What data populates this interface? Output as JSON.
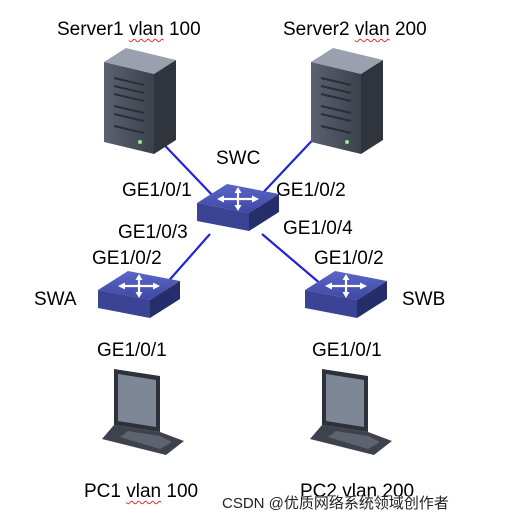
{
  "devices": {
    "server1": {
      "name": "Server1",
      "vlan_word": "vlan",
      "vlan_id": "100"
    },
    "server2": {
      "name": "Server2",
      "vlan_word": "vlan",
      "vlan_id": "200"
    },
    "swc": {
      "name": "SWC"
    },
    "swa": {
      "name": "SWA"
    },
    "swb": {
      "name": "SWB"
    },
    "pc1": {
      "name": "PC1",
      "vlan_word": "vlan",
      "vlan_id": "100"
    },
    "pc2": {
      "name": "PC2",
      "vlan_word": "vlan",
      "vlan_id": "200"
    }
  },
  "ports": {
    "swc_to_server1": "GE1/0/1",
    "swc_to_server2": "GE1/0/2",
    "swc_to_swa": "GE1/0/3",
    "swc_to_swb": "GE1/0/4",
    "swa_uplink": "GE1/0/2",
    "swb_uplink": "GE1/0/2",
    "swa_to_pc1": "GE1/0/1",
    "swb_to_pc2": "GE1/0/1"
  },
  "watermark": "CSDN @优质网络系统领域创作者",
  "colors": {
    "link": "#1f24d8",
    "switch": "#3d4596",
    "device": "#4a5060"
  }
}
